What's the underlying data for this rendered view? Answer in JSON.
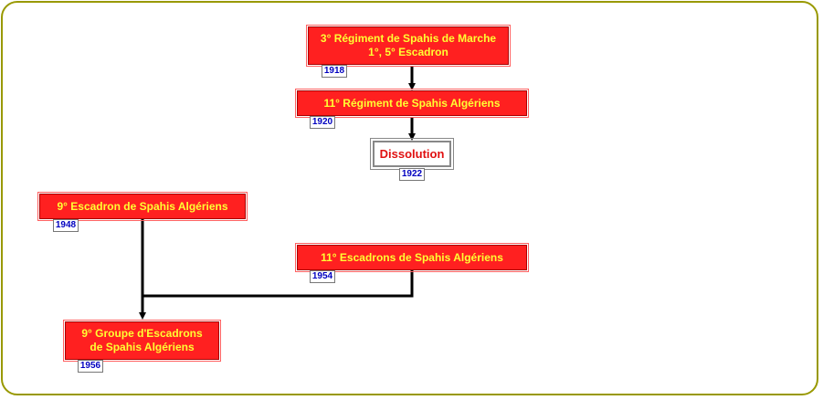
{
  "diagram": {
    "nodes": [
      {
        "id": "n1",
        "lines": [
          "3° Régiment de Spahis de Marche",
          "1°, 5° Escadron"
        ],
        "year": "1918"
      },
      {
        "id": "n2",
        "lines": [
          "11° Régiment de Spahis Algériens"
        ],
        "year": "1920"
      },
      {
        "id": "n3",
        "lines": [
          "Dissolution"
        ],
        "year": "1922"
      },
      {
        "id": "n4",
        "lines": [
          "9° Escadron de Spahis Algériens"
        ],
        "year": "1948"
      },
      {
        "id": "n5",
        "lines": [
          "11° Escadrons de Spahis Algériens"
        ],
        "year": "1954"
      },
      {
        "id": "n6",
        "lines": [
          "9° Groupe d'Escadrons",
          "de Spahis Algériens"
        ],
        "year": "1956"
      }
    ],
    "edges": [
      {
        "from": "n1",
        "to": "n2"
      },
      {
        "from": "n2",
        "to": "n3"
      },
      {
        "from": "n4",
        "to": "n6"
      },
      {
        "from": "n5",
        "to": "n6"
      }
    ],
    "colors": {
      "node_fill": "#ff2020",
      "node_text": "#ffff33",
      "year_text": "#0000c0",
      "frame": "#999900",
      "dissolution_text": "#e01010"
    }
  }
}
